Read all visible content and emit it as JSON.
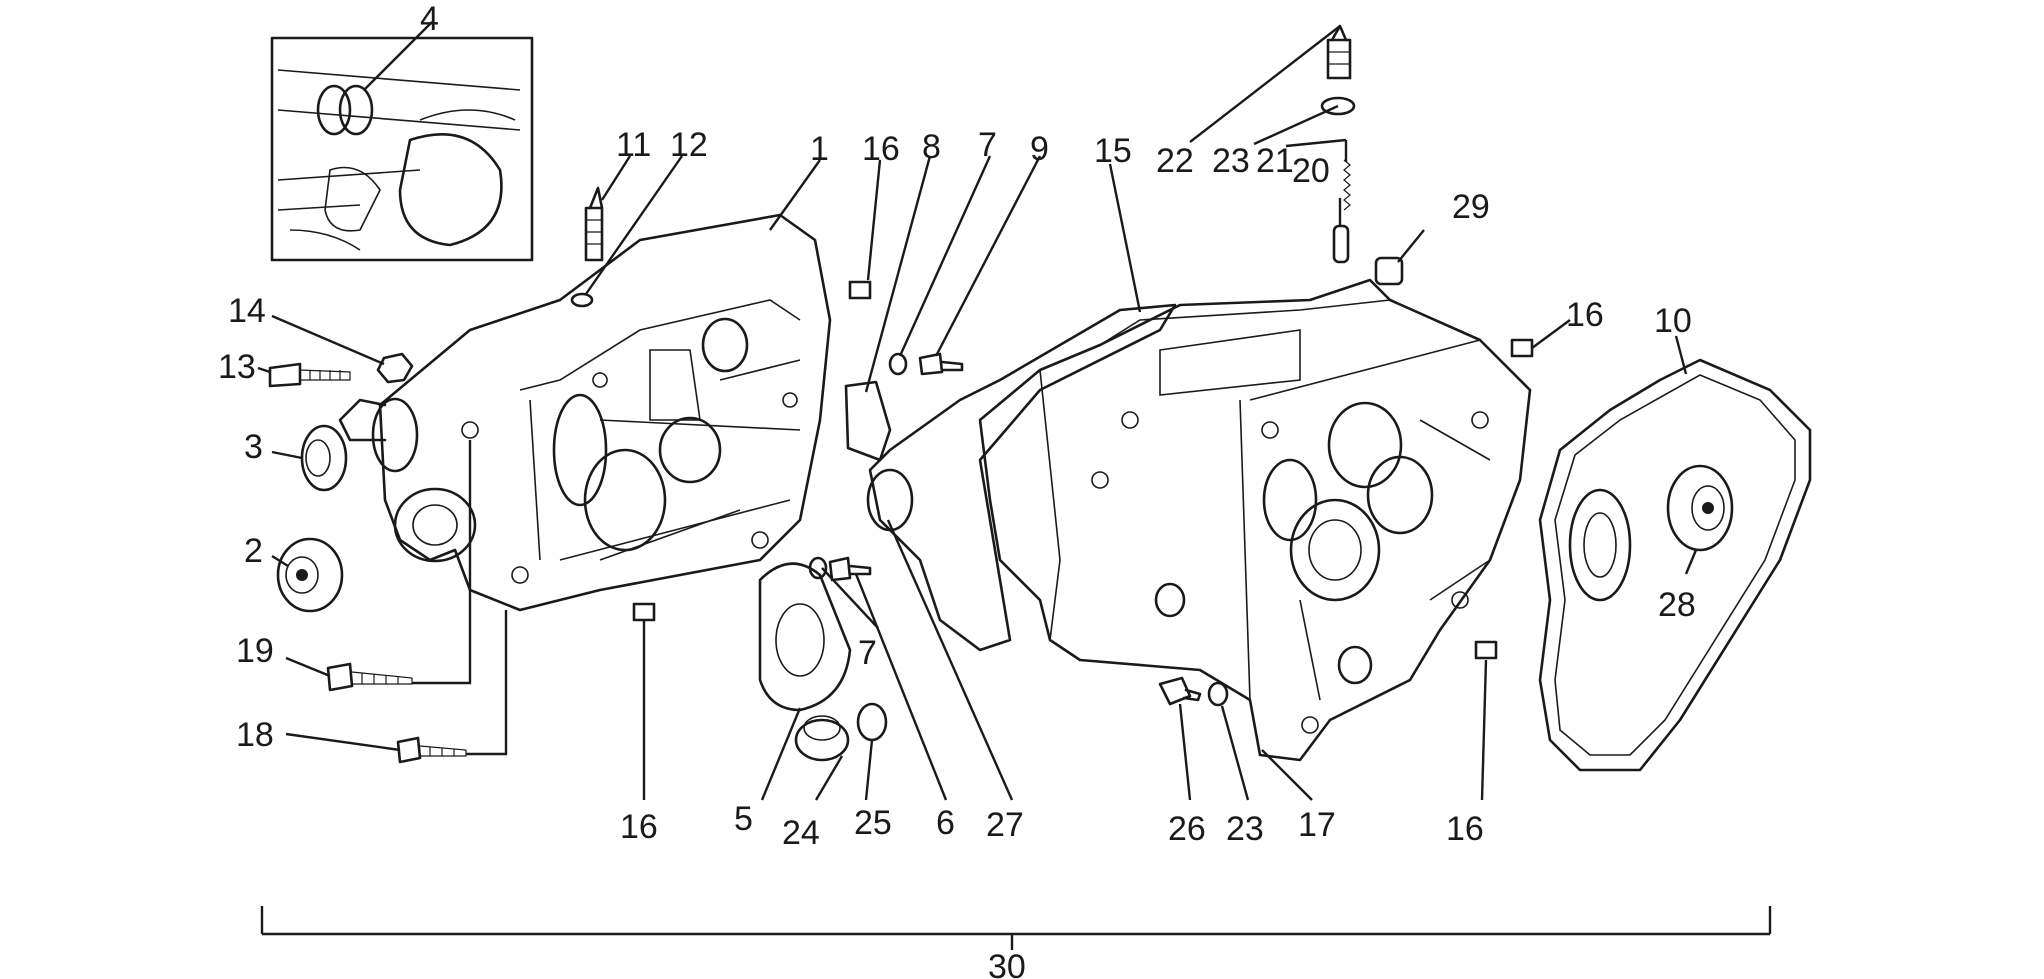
{
  "callouts": {
    "c1": "1",
    "c2": "2",
    "c3": "3",
    "c4": "4",
    "c5": "5",
    "c6": "6",
    "c7a": "7",
    "c7b": "7",
    "c8": "8",
    "c9": "9",
    "c10": "10",
    "c11": "11",
    "c12": "12",
    "c13": "13",
    "c14": "14",
    "c15": "15",
    "c16a": "16",
    "c16b": "16",
    "c16c": "16",
    "c16d": "16",
    "c17": "17",
    "c18": "18",
    "c19": "19",
    "c20": "20",
    "c21": "21",
    "c22": "22",
    "c23a": "23",
    "c23b": "23",
    "c24": "24",
    "c25": "25",
    "c26": "26",
    "c27": "27",
    "c28": "28",
    "c29": "29",
    "c30": "30"
  },
  "colors": {
    "ink": "#1a1a1a",
    "paper": "#ffffff"
  }
}
